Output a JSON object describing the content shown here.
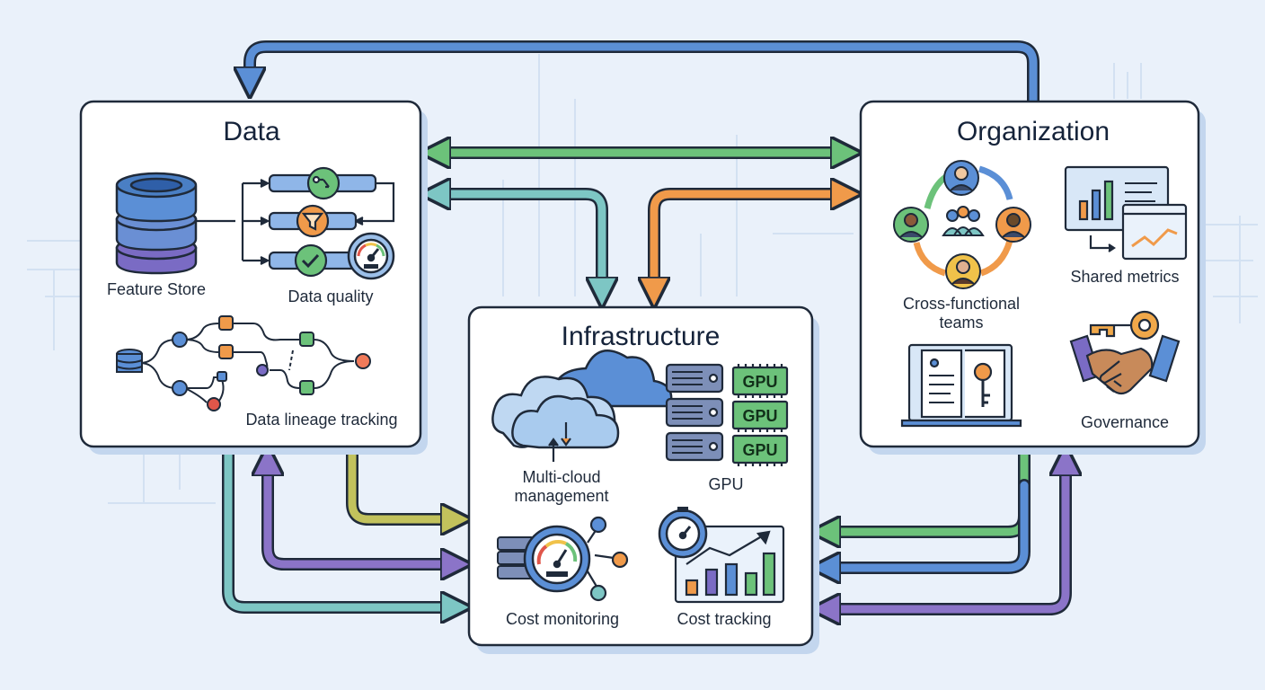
{
  "colors": {
    "background": "#eaf1fa",
    "panel_fill": "#ffffff",
    "panel_stroke": "#1f2a3a",
    "panel_shadow": "#c3d6ee",
    "blue": "#5b8fd6",
    "green": "#6cc27a",
    "teal": "#7dc6c4",
    "orange": "#f09a4a",
    "olive": "#c2c25c",
    "purple": "#8b74c8"
  },
  "panels": {
    "data": {
      "title": "Data",
      "feature_store_label": "Feature Store",
      "data_quality_label": "Data quality",
      "data_lineage_label": "Data lineage tracking"
    },
    "infrastructure": {
      "title": "Infrastructure",
      "multi_cloud_label_line1": "Multi-cloud",
      "multi_cloud_label_line2": "management",
      "gpu_label": "GPU",
      "gpu_chip_text": "GPU",
      "cost_monitoring_label": "Cost monitoring",
      "cost_tracking_label": "Cost tracking"
    },
    "organization": {
      "title": "Organization",
      "teams_label_line1": "Cross-functional",
      "teams_label_line2": "teams",
      "shared_metrics_label": "Shared metrics",
      "governance_label": "Governance"
    }
  },
  "icons": [
    "database-icon",
    "pipeline-icon",
    "filter-icon",
    "check-icon",
    "gauge-icon",
    "lineage-graph-icon",
    "cloud-icon",
    "sync-arrows-icon",
    "server-rack-icon",
    "gpu-chip-icon",
    "network-node-icon",
    "bar-chart-icon",
    "people-icon",
    "cycle-arrows-icon",
    "dashboard-icon",
    "document-icon",
    "key-icon",
    "handshake-icon"
  ]
}
